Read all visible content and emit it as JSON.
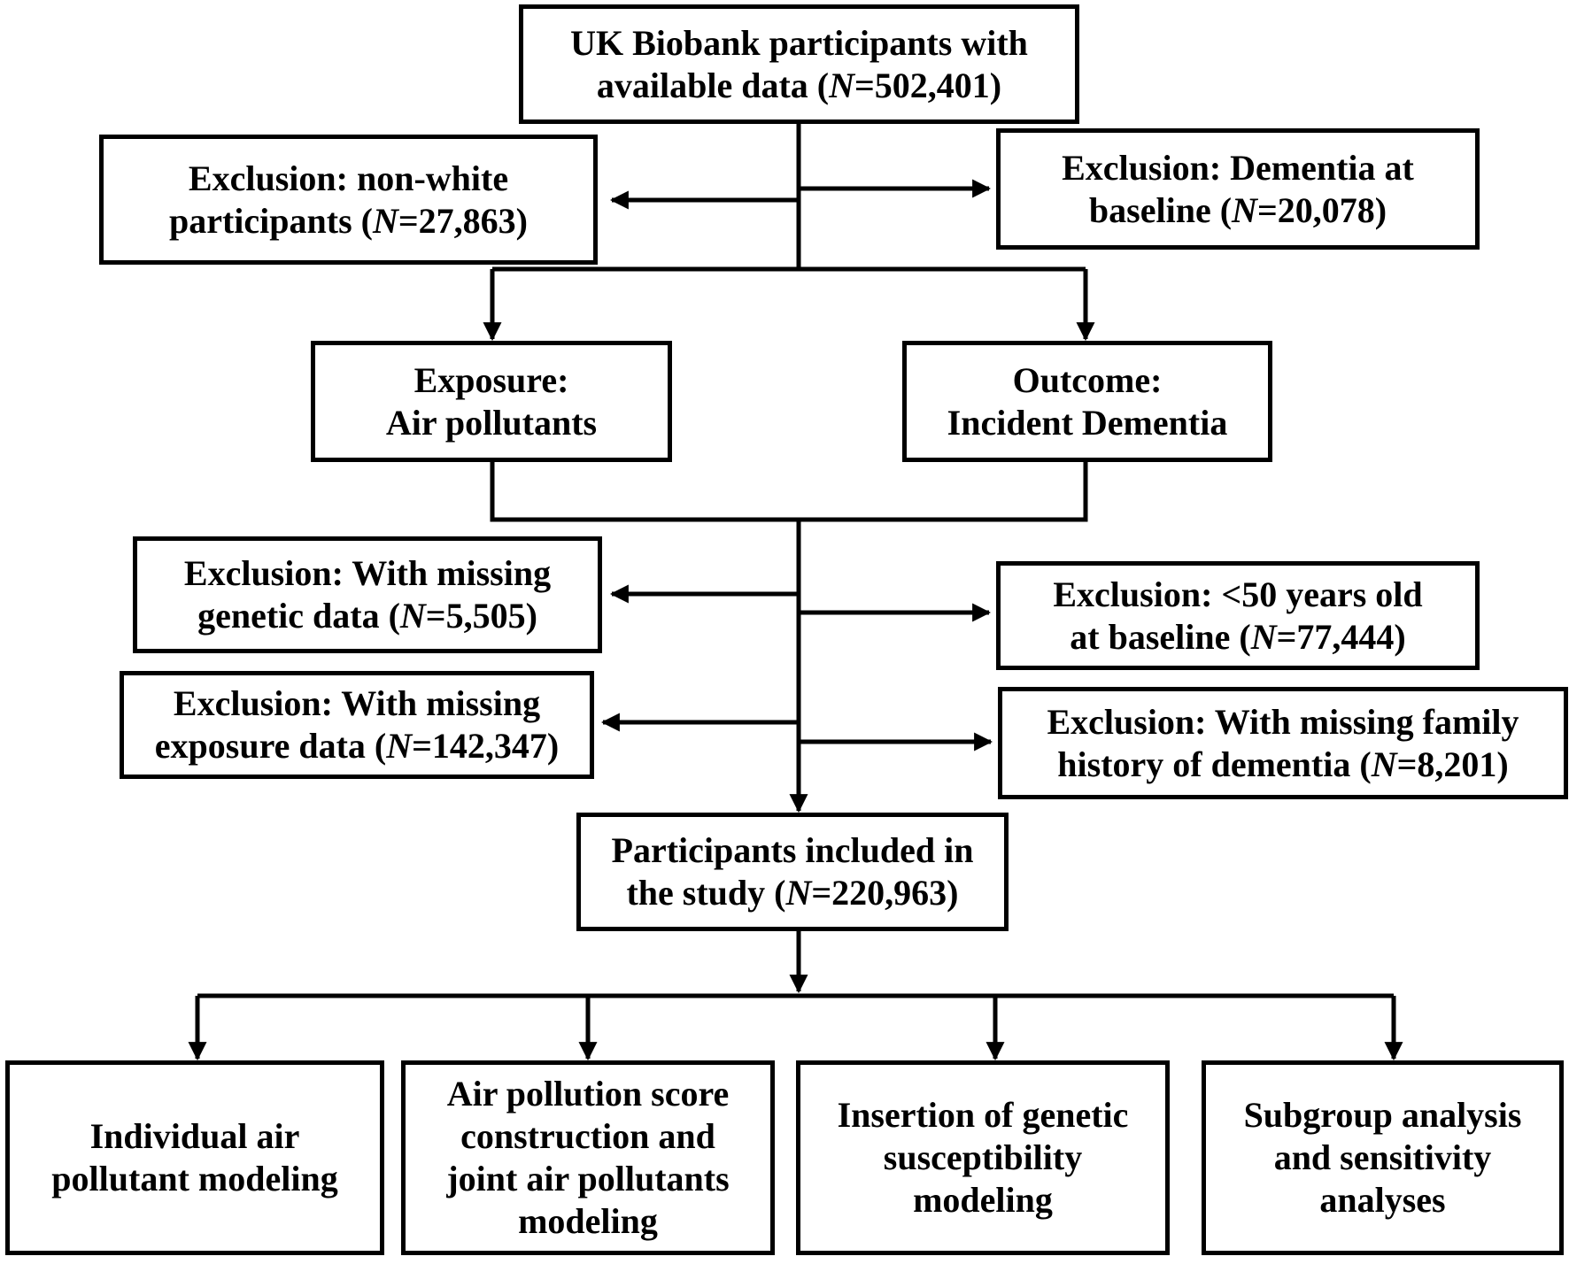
{
  "nodes": {
    "participants_available": {
      "line1": "UK Biobank participants with",
      "line2_pre": "available data (",
      "n_symbol": "N",
      "n_value": "=502,401)"
    },
    "excl_nonwhite": {
      "line1": "Exclusion: non-white",
      "line2_pre": "participants (",
      "n_symbol": "N",
      "n_value": "=27,863)"
    },
    "excl_dementia_baseline": {
      "line1": "Exclusion: Dementia at",
      "line2_pre": "baseline (",
      "n_symbol": "N",
      "n_value": "=20,078)"
    },
    "exposure": {
      "line1": "Exposure:",
      "line2": "Air pollutants"
    },
    "outcome": {
      "line1": "Outcome:",
      "line2": "Incident Dementia"
    },
    "excl_missing_genetic": {
      "line1": "Exclusion: With missing",
      "line2_pre": "genetic data (",
      "n_symbol": "N",
      "n_value": "=5,505)"
    },
    "excl_under50": {
      "line1": "Exclusion: <50 years old",
      "line2_pre": "at baseline (",
      "n_symbol": "N",
      "n_value": "=77,444)"
    },
    "excl_missing_exposure": {
      "line1": "Exclusion: With missing",
      "line2_pre": "exposure data (",
      "n_symbol": "N",
      "n_value": "=142,347)"
    },
    "excl_missing_family_history": {
      "line1": "Exclusion: With missing family",
      "line2_pre": "history of dementia (",
      "n_symbol": "N",
      "n_value": "=8,201)"
    },
    "included": {
      "line1": "Participants included in",
      "line2_pre": "the study (",
      "n_symbol": "N",
      "n_value": "=220,963)"
    },
    "analysis_individual": {
      "line1": "Individual air",
      "line2": "pollutant modeling"
    },
    "analysis_score": {
      "line1": "Air pollution score",
      "line2": "construction and",
      "line3": "joint air pollutants",
      "line4": "modeling"
    },
    "analysis_genetic": {
      "line1": "Insertion of genetic",
      "line2": "susceptibility",
      "line3": "modeling"
    },
    "analysis_subgroup": {
      "line1": "Subgroup analysis",
      "line2": "and sensitivity",
      "line3": "analyses"
    }
  }
}
